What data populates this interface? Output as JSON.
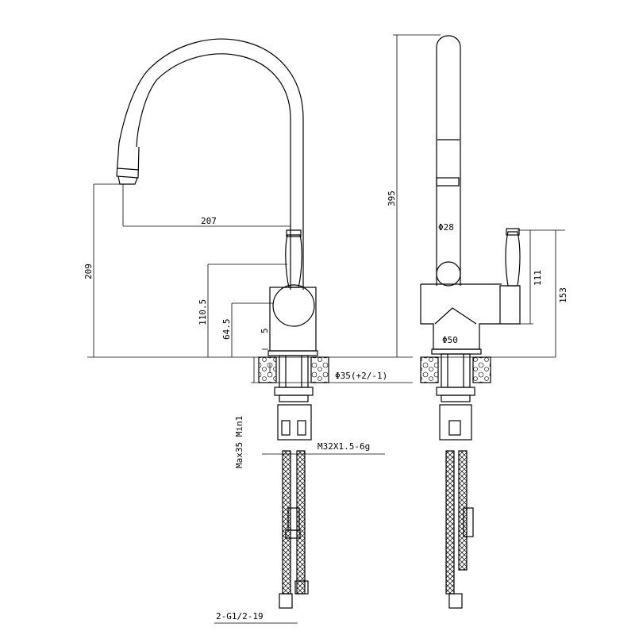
{
  "dimensions": {
    "spout_reach": "207",
    "spout_height": "209",
    "handle_height_left": "110.5",
    "body_height_left": "64.5",
    "base_height": "5",
    "total_height": "395",
    "spout_diameter": "Φ28",
    "handle_height_right": "111",
    "lever_top_height": "153",
    "base_diameter": "Φ50",
    "hole_diameter": "Φ35(+2/-1)",
    "thread_spec": "M32X1.5-6g",
    "counter_thickness": "Max35 Min1",
    "hose_connector": "2-G1/2-19"
  }
}
